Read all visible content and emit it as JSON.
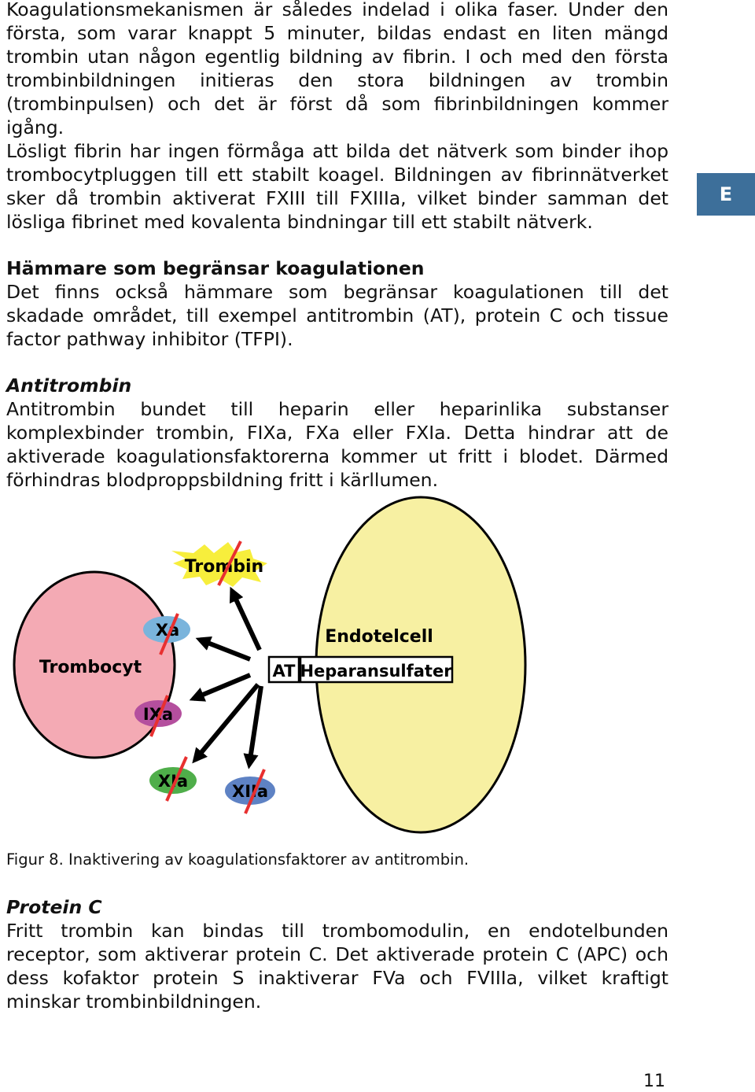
{
  "paragraphs": {
    "p1": "Koagulationsmekanismen är således indelad i olika faser. Under den första, som varar knappt 5 minuter, bildas endast en liten mängd trombin utan någon egentlig bildning av fibrin. I och med den första trombinbildningen initieras den stora bildningen av trombin (trombinpulsen) och det är först då som fibrinbild­ningen kommer igång.",
    "p2": "Lösligt fibrin har ingen förmåga att bilda det nätverk som binder ihop trombo­cytpluggen till ett stabilt koagel. Bildningen av fibrinnätverket sker då trombin aktiverat FXIII till FXIIIa, vilket binder samman det lösliga fibrinet med kovalenta bindningar till ett stabilt nätverk."
  },
  "section_tab": "E",
  "inhibitors": {
    "heading": "Hämmare som begränsar koagulationen",
    "text": "Det finns också hämmare som begränsar koagulationen till det skadade områ­det, till exempel antitrombin (AT), protein C och tissue factor pathway inhibitor (TFPI)."
  },
  "antitrombin": {
    "heading": "Antitrombin",
    "text": "Antitrombin bundet till heparin eller heparinlika substanser komplexbinder trom­bin, FIXa, FXa eller FXIa. Detta hindrar att de aktiverade koagulationsfaktorerna kommer ut fritt i blodet. Därmed förhindras blodproppsbildning fritt i kärllu­men."
  },
  "figure": {
    "trombocyt_label": "Trombocyt",
    "endotelcell_label": "Endotelcell",
    "at_label": "AT",
    "heparansulfater_label": "Heparansulfater",
    "trombin_label": "Trombin",
    "factors": {
      "xa": "Xa",
      "ixa": "IXa",
      "xia": "XIa",
      "xiia": "XIIa"
    },
    "colors": {
      "trombocyt": "#f4aab4",
      "endotelcell": "#f7f0a2",
      "trombin_burst": "#f7ee3c",
      "xa": "#7ab4dc",
      "ixa": "#b44f9e",
      "xia": "#4fae4a",
      "xiia": "#5e82c4",
      "strike": "#e83030"
    },
    "caption": "Figur 8. Inaktivering av koagulationsfaktorer av antitrombin."
  },
  "protein_c": {
    "heading": "Protein C",
    "text": "Fritt trombin kan bindas till trombomodulin, en endotelbunden receptor, som aktiverar protein C. Det aktiverade protein C (APC) och dess kofaktor protein S inaktiverar FVa och FVIIIa, vilket kraftigt minskar trombinbildningen."
  },
  "page_number": "11"
}
